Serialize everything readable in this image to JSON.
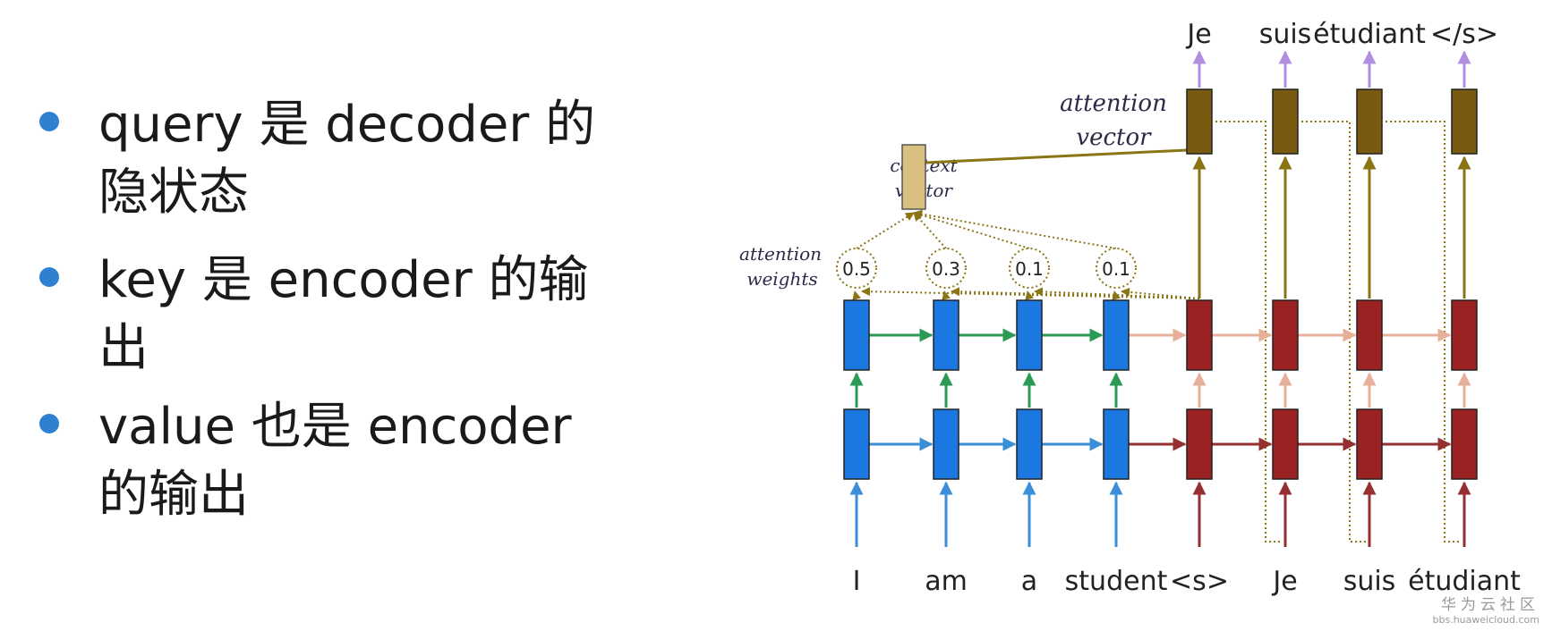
{
  "bullets": [
    {
      "line1": "query 是 decoder 的",
      "line2": "隐状态"
    },
    {
      "line1": "key 是 encoder 的输",
      "line2": "出"
    },
    {
      "line1": "value 也是 encoder",
      "line2": "的输出"
    }
  ],
  "diagram": {
    "inputs": [
      "I",
      "am",
      "a",
      "student",
      "<s>",
      "Je",
      "suis",
      "étudiant"
    ],
    "outputs": [
      "Je",
      "suis",
      "étudiant",
      "</s>"
    ],
    "attention_weights": [
      "0.5",
      "0.3",
      "0.1",
      "0.1"
    ],
    "labels": {
      "attention_vector_1": "attention",
      "attention_vector_2": "vector",
      "context_vector_1": "context",
      "context_vector_2": "vector",
      "attention_weights_1": "attention",
      "attention_weights_2": "weights"
    },
    "colors": {
      "encoder": "#1b78e0",
      "decoder": "#9a2222",
      "attention": "#7a5a10",
      "context": "#d9bf80",
      "output_arrow": "#b08fe0"
    }
  },
  "watermark": {
    "name": "华为云社区",
    "url": "bbs.huaweicloud.com"
  }
}
